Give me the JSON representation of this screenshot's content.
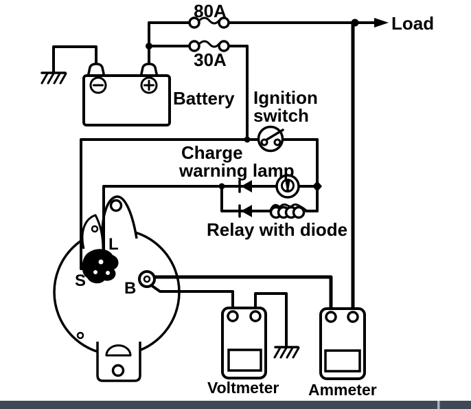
{
  "colors": {
    "ink": "#000000",
    "background": "#ffffff",
    "bottom_bar": "#404855",
    "bottom_bar_divider": "#a9b3c3"
  },
  "labels": {
    "fuse_80a": "80A",
    "fuse_30a": "30A",
    "load": "Load",
    "battery": "Battery",
    "ignition_switch_line1": "Ignition",
    "ignition_switch_line2": "switch",
    "charge_warning_lamp_line1": "Charge",
    "charge_warning_lamp_line2": "warning lamp",
    "relay_with_diode": "Relay with diode",
    "terminal_l": "L",
    "terminal_s": "S",
    "terminal_b": "B",
    "voltmeter": "Voltmeter",
    "ammeter": "Ammeter"
  },
  "components": {
    "fuses": [
      "80A",
      "30A"
    ],
    "battery_terminals": [
      "minus-in-circle",
      "plus-in-circle"
    ],
    "ground_symbols": 2,
    "diodes": 2,
    "symbols": [
      "battery",
      "ignition-switch",
      "charge-warning-lamp",
      "relay-coil",
      "alternator",
      "voltmeter",
      "ammeter",
      "load-arrow"
    ]
  }
}
